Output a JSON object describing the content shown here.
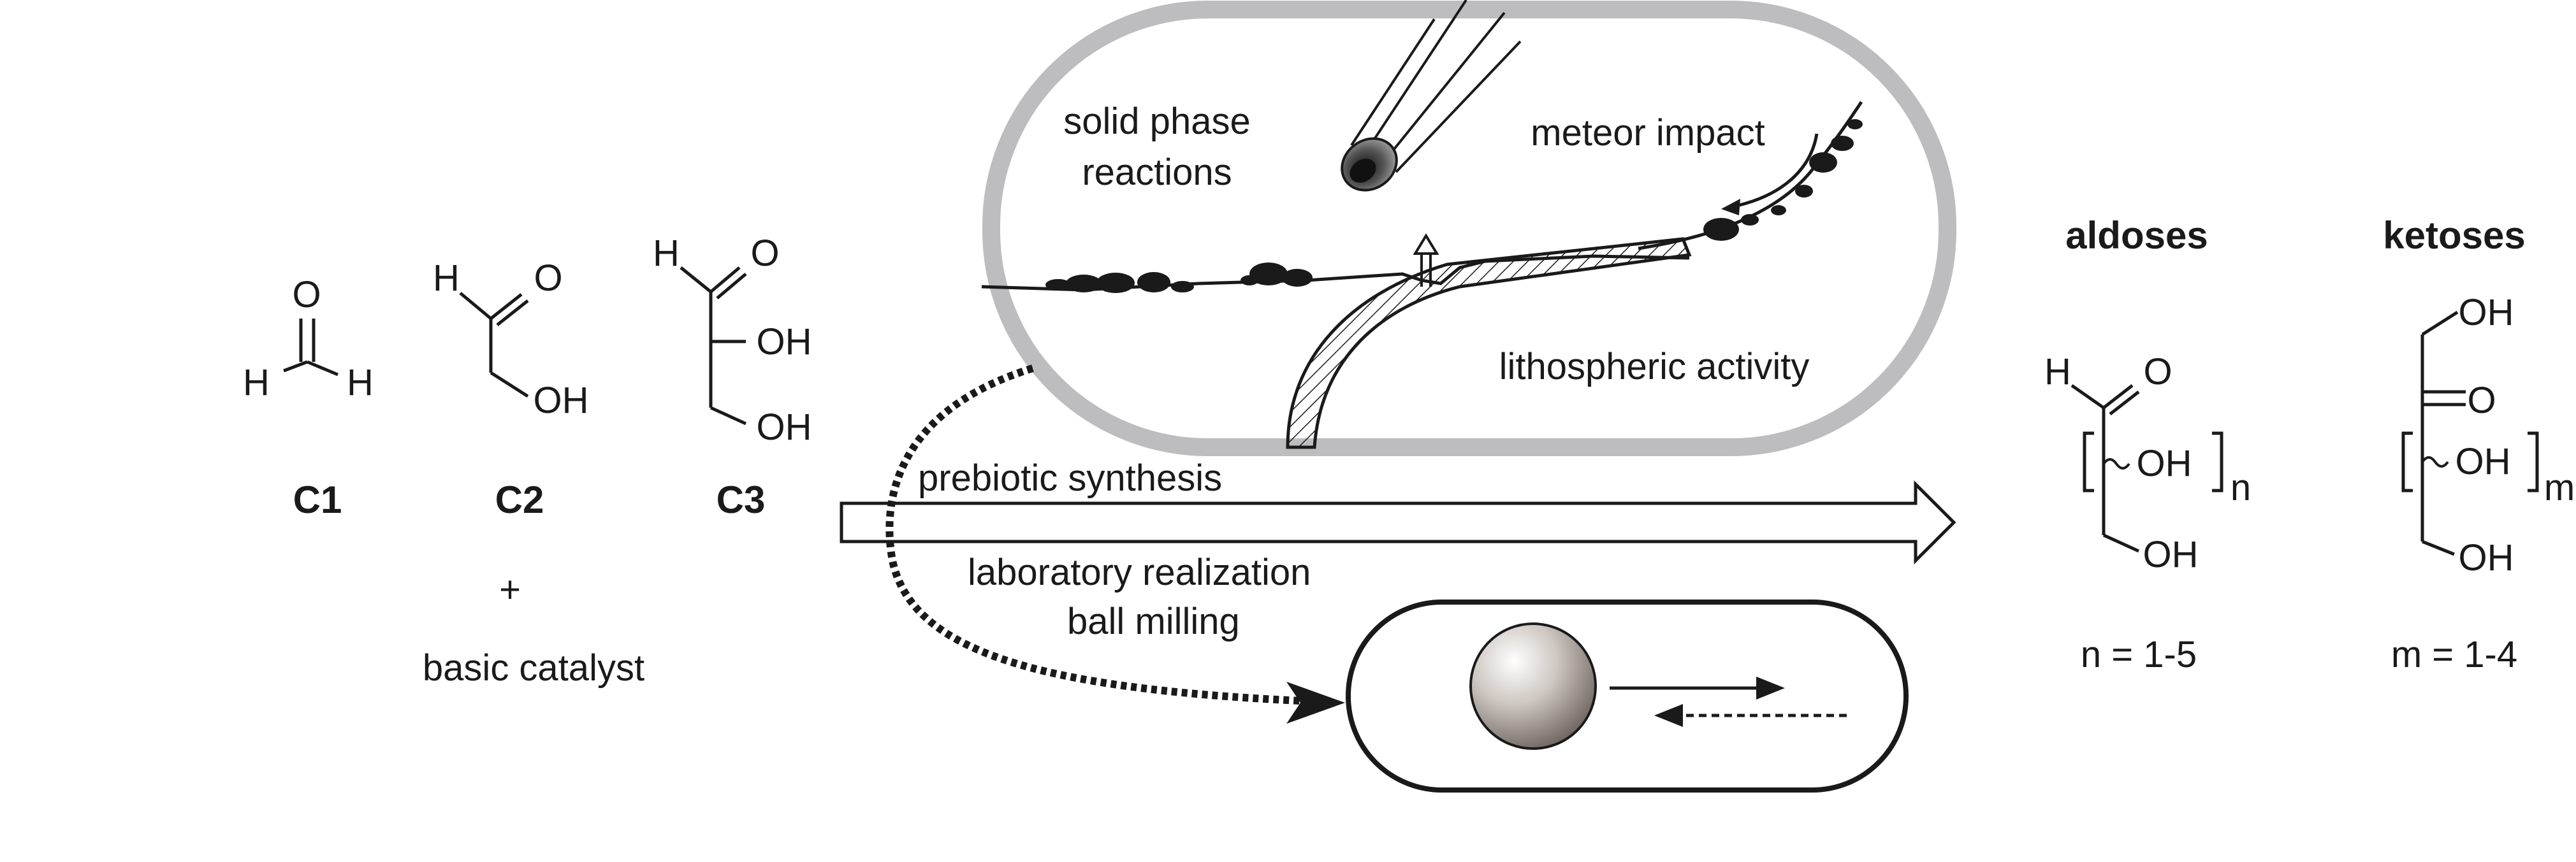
{
  "molecules": {
    "c1": {
      "label": "C1",
      "o": "O",
      "h_left": "H",
      "h_right": "H"
    },
    "c2": {
      "label": "C2",
      "h": "H",
      "o": "O",
      "oh": "OH"
    },
    "c3": {
      "label": "C3",
      "h": "H",
      "o": "O",
      "oh1": "OH",
      "oh2": "OH"
    }
  },
  "reagents": {
    "plus": "+",
    "catalyst": "basic catalyst"
  },
  "prebiotic_scene": {
    "solid_phase_line1": "solid phase",
    "solid_phase_line2": "reactions",
    "meteor": "meteor impact",
    "litho": "lithospheric activity"
  },
  "arrow": {
    "top_label": "prebiotic synthesis",
    "bottom_label_line1": "laboratory realization",
    "bottom_label_line2": "ball milling"
  },
  "products": {
    "aldoses": {
      "title": "aldoses",
      "h": "H",
      "o": "O",
      "oh_repeat": "OH",
      "oh_end": "OH",
      "n": "n",
      "range": "n = 1-5"
    },
    "ketoses": {
      "title": "ketoses",
      "oh_top": "OH",
      "o": "O",
      "oh_repeat": "OH",
      "oh_end": "OH",
      "m": "m",
      "range": "m = 1-4"
    }
  },
  "colors": {
    "capsule_border": "#bdbdbf",
    "ink": "#1a1a1a"
  }
}
